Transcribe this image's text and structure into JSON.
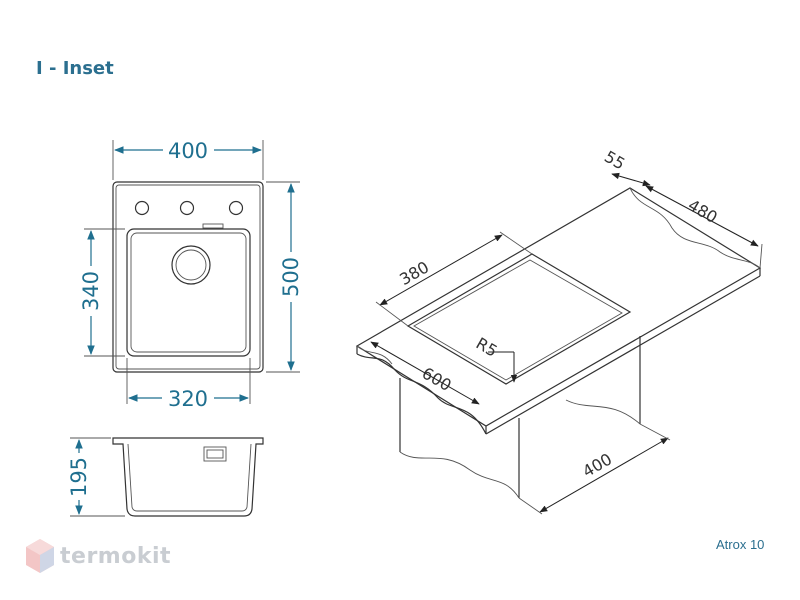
{
  "title": "I - Inset",
  "model": "Atrox 10",
  "logo": {
    "text": "termokit",
    "color": "#dde0e4"
  },
  "colors": {
    "dimension": "#1f6f8f",
    "line": "#333333"
  },
  "top_view": {
    "width": "400",
    "height": "500",
    "bowl_height": "340",
    "bowl_width": "320"
  },
  "section_view": {
    "depth": "195"
  },
  "iso_view": {
    "bowl_length": "380",
    "length": "600",
    "edge": "55",
    "width": "480",
    "radius": "R5",
    "cabinet": "400"
  }
}
